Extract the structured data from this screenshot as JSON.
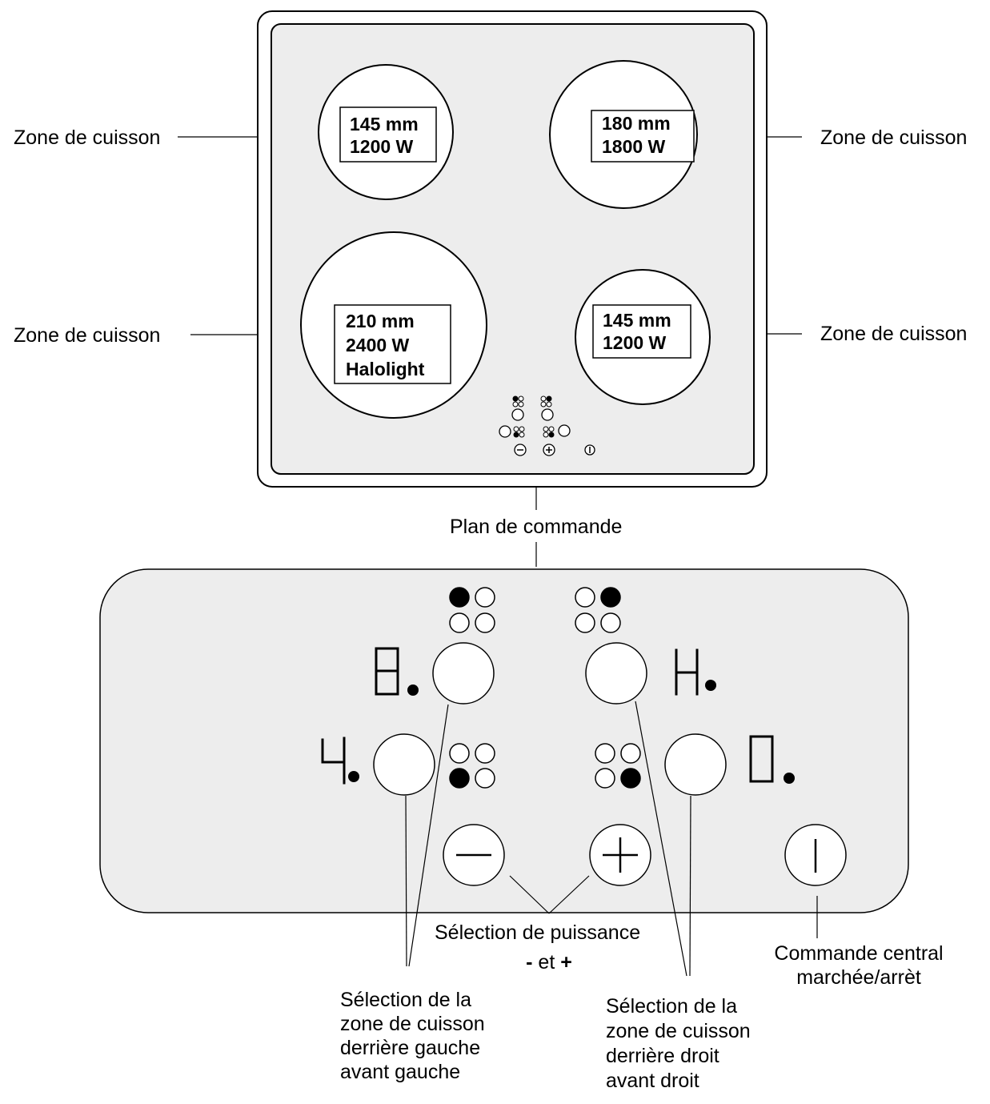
{
  "cooktop": {
    "zones": [
      {
        "id": "rear-left",
        "diameter": "145 mm",
        "power": "1200 W",
        "extra": ""
      },
      {
        "id": "rear-right",
        "diameter": "180 mm",
        "power": "1800 W",
        "extra": ""
      },
      {
        "id": "front-left",
        "diameter": "210 mm",
        "power": "2400 W",
        "extra": "Halolight"
      },
      {
        "id": "front-right",
        "diameter": "145 mm",
        "power": "1200 W",
        "extra": ""
      }
    ]
  },
  "labels": {
    "cooking_zone": "Zone de cuisson",
    "control_panel": "Plan de commande",
    "power_selection": "Sélection de puissance",
    "power_minus": "-",
    "power_and": "et",
    "power_plus": "+",
    "main_switch_line1": "Commande central",
    "main_switch_line2": "marchée/arrèt",
    "left_selection": [
      "Sélection  de  la",
      "zone de cuisson",
      "derrière gauche",
      "avant gauche"
    ],
    "right_selection": [
      "Sélection  de  la",
      "zone de cuisson",
      "derrière droit",
      "avant droit"
    ]
  },
  "displays": {
    "rear_left": "8.",
    "rear_right": "H.",
    "front_left": "4.",
    "front_right": "0."
  },
  "colors": {
    "panel_fill": "#ededed",
    "ink": "#000000",
    "surface": "#ffffff"
  }
}
